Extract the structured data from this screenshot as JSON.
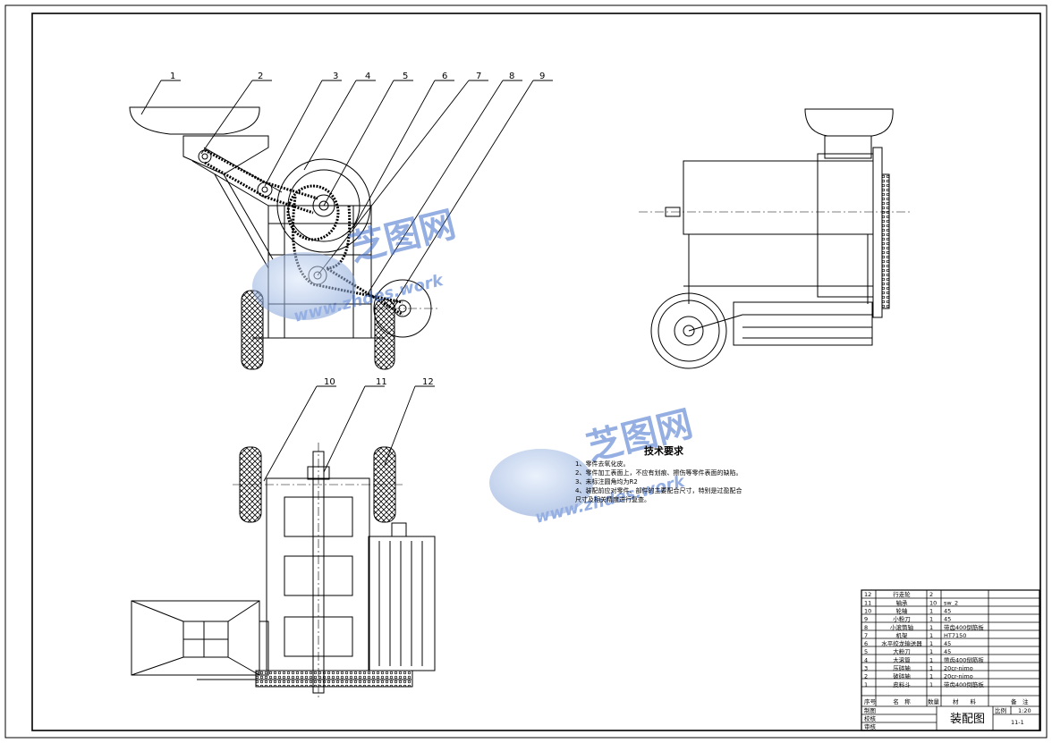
{
  "balloons": [
    "1",
    "2",
    "3",
    "4",
    "5",
    "6",
    "7",
    "8",
    "9",
    "10",
    "11",
    "12"
  ],
  "watermark": {
    "cn": "芝图网",
    "url": "www.zhdes.work"
  },
  "tech": {
    "title": "技术要求",
    "items": [
      "1、零件去氧化皮。",
      "2、零件加工表面上，不应有划痕、擦伤等零件表面的缺陷。",
      "3、未标注圆角均为R2",
      "4、装配前应对零件、部件的主要配合尺寸，特别是过盈配合",
      "尺寸及相关精度进行复查。"
    ]
  },
  "bom": [
    {
      "no": "12",
      "name": "行走轮",
      "qty": "2",
      "material": ""
    },
    {
      "no": "11",
      "name": "轴承",
      "qty": "10",
      "material": "sw_2"
    },
    {
      "no": "10",
      "name": "轮轴",
      "qty": "1",
      "material": "45"
    },
    {
      "no": "9",
      "name": "小粉刀",
      "qty": "1",
      "material": "45"
    },
    {
      "no": "8",
      "name": "小滚筒轴",
      "qty": "1",
      "material": "带齿400倒筋板"
    },
    {
      "no": "7",
      "name": "机架",
      "qty": "1",
      "material": "HT7150"
    },
    {
      "no": "6",
      "name": "水平绞龙输送器",
      "qty": "1",
      "material": "45"
    },
    {
      "no": "5",
      "name": "大粉刀",
      "qty": "1",
      "material": "45"
    },
    {
      "no": "4",
      "name": "大滚筒",
      "qty": "1",
      "material": "带齿400倒筋板"
    },
    {
      "no": "3",
      "name": "压碎轴",
      "qty": "1",
      "material": "20cr-nimo"
    },
    {
      "no": "2",
      "name": "破碎轴",
      "qty": "1",
      "material": "20cr-nimo"
    },
    {
      "no": "1",
      "name": "皮料斗",
      "qty": "1",
      "material": "带齿400倒筋板"
    }
  ],
  "bom_header": {
    "no": "序号",
    "name": "名　称",
    "qty": "数量",
    "material": "材　　料",
    "note": "备　注"
  },
  "title_block": {
    "drawn": "制图",
    "checked": "校核",
    "approved": "审核",
    "title": "装配图",
    "scale_label": "比例",
    "scale": "1:20",
    "drawing_no": "11-1"
  }
}
